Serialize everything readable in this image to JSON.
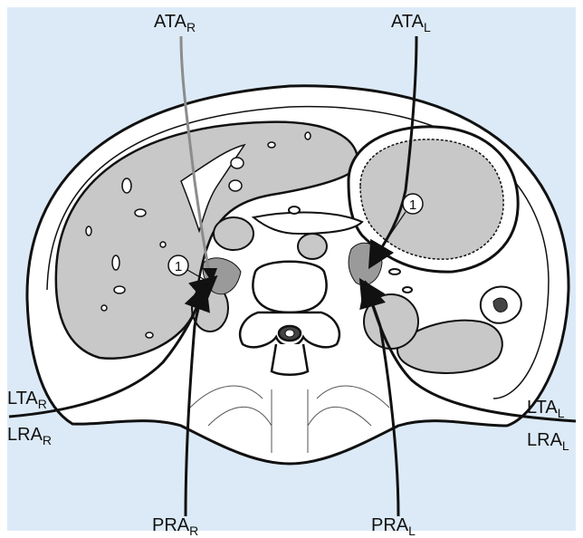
{
  "colors": {
    "background": "#dceaf7",
    "skin": "#ffffff",
    "organ_fill": "#c8c8c8",
    "outline": "#111111",
    "grey_arrow": "#8c8c8c"
  },
  "labels": {
    "ata_r": {
      "main": "ATA",
      "sub": "R"
    },
    "ata_l": {
      "main": "ATA",
      "sub": "L"
    },
    "lta_r": {
      "main": "LTA",
      "sub": "R"
    },
    "lra_r": {
      "main": "LRA",
      "sub": "R"
    },
    "lta_l": {
      "main": "LTA",
      "sub": "L"
    },
    "lra_l": {
      "main": "LRA",
      "sub": "L"
    },
    "pra_r": {
      "main": "PRA",
      "sub": "R"
    },
    "pra_l": {
      "main": "PRA",
      "sub": "L"
    },
    "marker_right": "1",
    "marker_left": "1"
  }
}
